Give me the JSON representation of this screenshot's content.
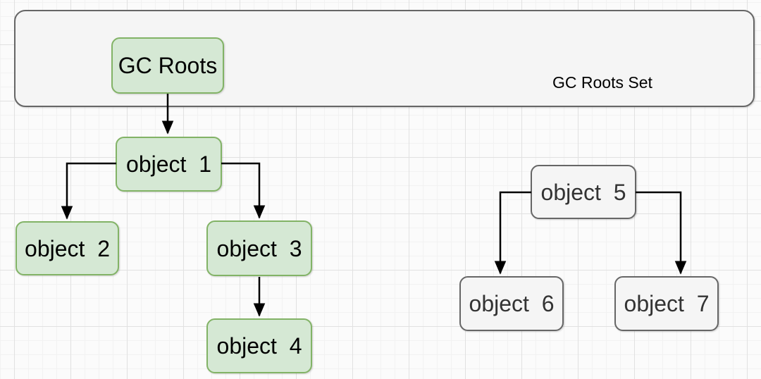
{
  "diagram": {
    "container": {
      "label": "GC Roots Set"
    },
    "nodes": [
      {
        "id": "gc-roots",
        "label": "GC Roots",
        "style": "green"
      },
      {
        "id": "object-1",
        "label": "object  1",
        "style": "green"
      },
      {
        "id": "object-2",
        "label": "object  2",
        "style": "green"
      },
      {
        "id": "object-3",
        "label": "object  3",
        "style": "green"
      },
      {
        "id": "object-4",
        "label": "object  4",
        "style": "green"
      },
      {
        "id": "object-5",
        "label": "object  5",
        "style": "gray"
      },
      {
        "id": "object-6",
        "label": "object  6",
        "style": "gray"
      },
      {
        "id": "object-7",
        "label": "object  7",
        "style": "gray"
      }
    ],
    "edges": [
      {
        "from": "gc-roots",
        "to": "object-1"
      },
      {
        "from": "object-1",
        "to": "object-2"
      },
      {
        "from": "object-1",
        "to": "object-3"
      },
      {
        "from": "object-3",
        "to": "object-4"
      },
      {
        "from": "object-5",
        "to": "object-6"
      },
      {
        "from": "object-5",
        "to": "object-7"
      }
    ],
    "colors": {
      "green_fill": "#d5e8d4",
      "green_border": "#82b366",
      "green_text": "#000000",
      "gray_fill": "#f5f5f5",
      "gray_border": "#666666",
      "gray_text": "#333333",
      "edge": "#000000"
    }
  }
}
